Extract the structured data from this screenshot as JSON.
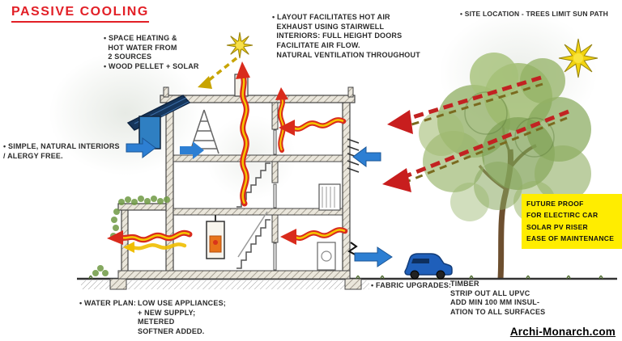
{
  "title": "PASSIVE COOLING",
  "watermark": "Archi-Monarch.com",
  "annotations": {
    "heating": "• SPACE HEATING &\n  HOT WATER FROM\n  2 SOURCES\n• WOOD PELLET + SOLAR",
    "layout": "• LAYOUT FACILITATES HOT AIR\n  EXHAUST USING STAIRWELL\n  INTERIORS: FULL HEIGHT DOORS\n  FACILITATE AIR FLOW.\n  NATURAL VENTILATION THROUGHOUT",
    "site": "• SITE LOCATION - TREES LIMIT SUN PATH",
    "interiors": "• SIMPLE, NATURAL INTERIORS\n/ ALERGY FREE.",
    "water_label": "• WATER PLAN:",
    "water_detail": "LOW USE APPLIANCES;\n+ NEW SUPPLY;\nMETERED\nSOFTNER ADDED.",
    "fabric_label": "• FABRIC UPGRADES:",
    "fabric_detail": "TIMBER\nSTRIP OUT ALL UPVC\nADD MIN 100 MM INSUL-\nATION TO ALL SURFACES"
  },
  "future_proof": {
    "line1": "FUTURE PROOF",
    "line2": "FOR ELECTIRC CAR",
    "line3": "SOLAR PV RISER",
    "line4": "EASE OF MAINTENANCE"
  },
  "colors": {
    "accent_red": "#e21f26",
    "highlight_yellow": "#ffed00",
    "airflow_red": "#d92b1c",
    "airflow_yellow": "#f6c700",
    "vent_blue": "#2d7fd3",
    "sun_yellow": "#f2d410",
    "tree_green": "#8fae62",
    "car_blue": "#1f5fba"
  }
}
